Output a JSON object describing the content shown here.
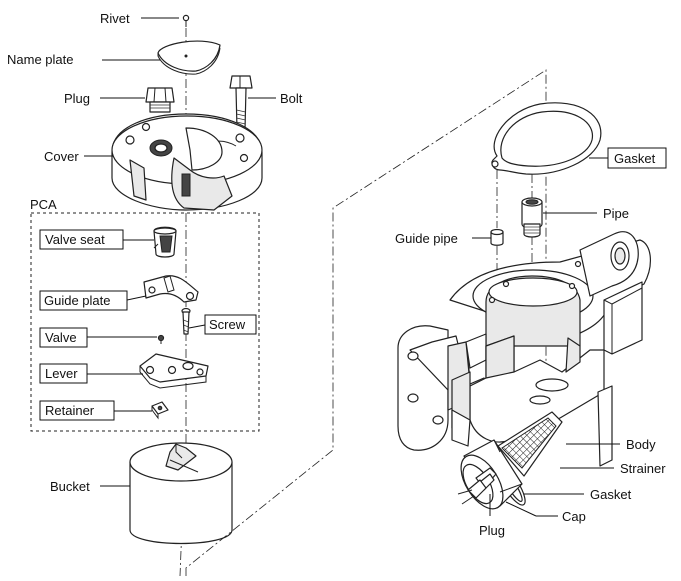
{
  "left_assembly": {
    "rivet": "Rivet",
    "name_plate": "Name plate",
    "plug": "Plug",
    "bolt": "Bolt",
    "cover": "Cover",
    "pca": "PCA",
    "valve_seat": "Valve seat",
    "guide_plate": "Guide plate",
    "screw": "Screw",
    "valve": "Valve",
    "lever": "Lever",
    "retainer": "Retainer",
    "bucket": "Bucket"
  },
  "right_assembly": {
    "gasket_top": "Gasket",
    "pipe": "Pipe",
    "guide_pipe": "Guide pipe",
    "body": "Body",
    "strainer": "Strainer",
    "gasket_bottom": "Gasket",
    "cap": "Cap",
    "plug": "Plug"
  }
}
